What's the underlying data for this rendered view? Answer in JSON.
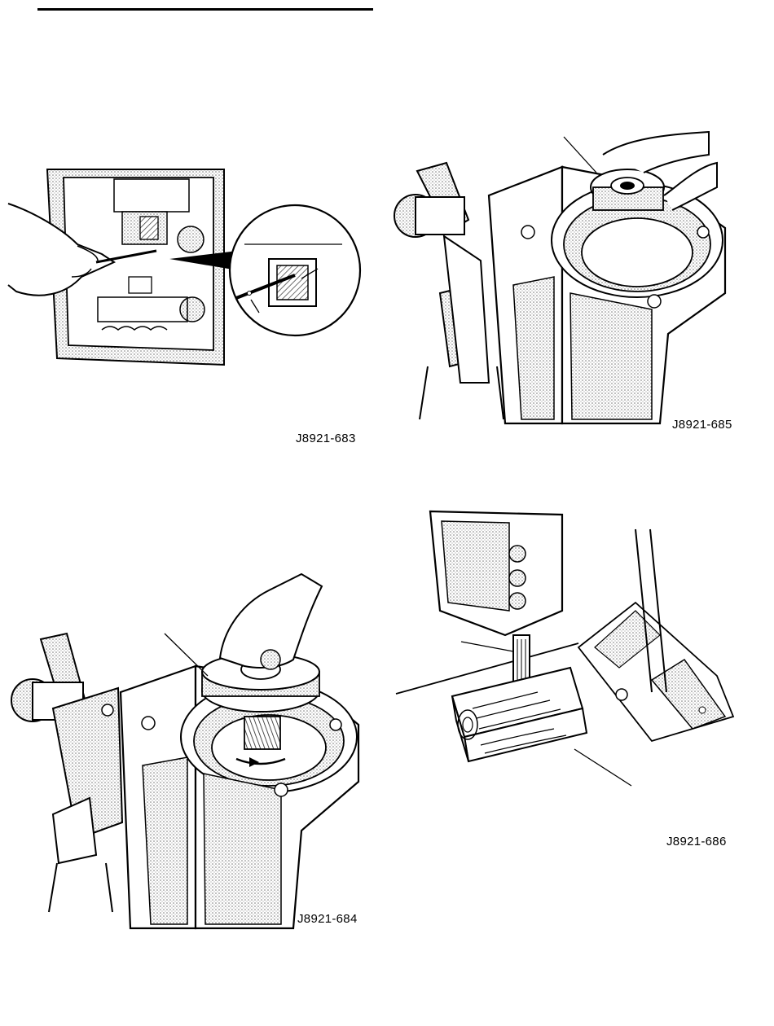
{
  "page": {
    "figures": [
      {
        "id": "fig-683",
        "caption": "J8921-683"
      },
      {
        "id": "fig-685",
        "caption": "J8921-685"
      },
      {
        "id": "fig-684",
        "caption": "J8921-684"
      },
      {
        "id": "fig-686",
        "caption": "J8921-686"
      }
    ]
  }
}
